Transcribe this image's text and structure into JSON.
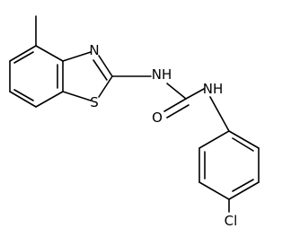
{
  "molecule": {
    "atoms": {
      "n_thiazole": "N",
      "s_thiazole": "S",
      "nh_left": "NH",
      "o_carbonyl": "O",
      "nh_right": "NH",
      "cl": "Cl"
    }
  }
}
